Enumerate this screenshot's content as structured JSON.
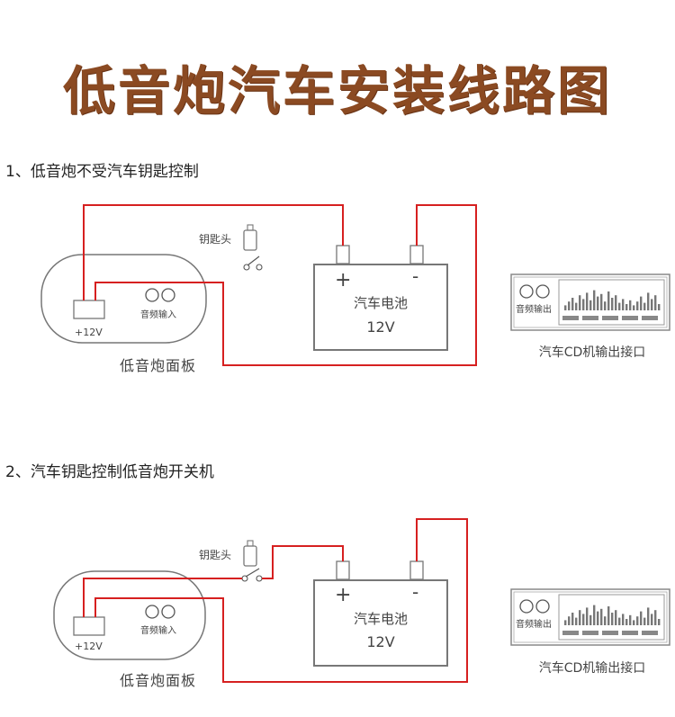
{
  "title": "低音炮汽车安装线路图",
  "colors": {
    "wire": "#d62020",
    "outline": "#777777",
    "title": "#8b4a22"
  },
  "sections": [
    {
      "heading": "1、低音炮不受汽车钥匙控制",
      "key_label": "钥匙头",
      "panel_label": "低音炮面板",
      "plus12v_label": "+12V",
      "audio_in_label": "音频输入",
      "battery_label": "汽车电池",
      "battery_voltage": "12V",
      "plus_sign": "+",
      "minus_sign": "-",
      "cd_audio_out_label": "音频输出",
      "cd_label": "汽车CD机输出接口"
    },
    {
      "heading": "2、汽车钥匙控制低音炮开关机",
      "key_label": "钥匙头",
      "panel_label": "低音炮面板",
      "plus12v_label": "+12V",
      "audio_in_label": "音频输入",
      "battery_label": "汽车电池",
      "battery_voltage": "12V",
      "plus_sign": "+",
      "minus_sign": "-",
      "cd_audio_out_label": "音频输出",
      "cd_label": "汽车CD机输出接口"
    }
  ]
}
